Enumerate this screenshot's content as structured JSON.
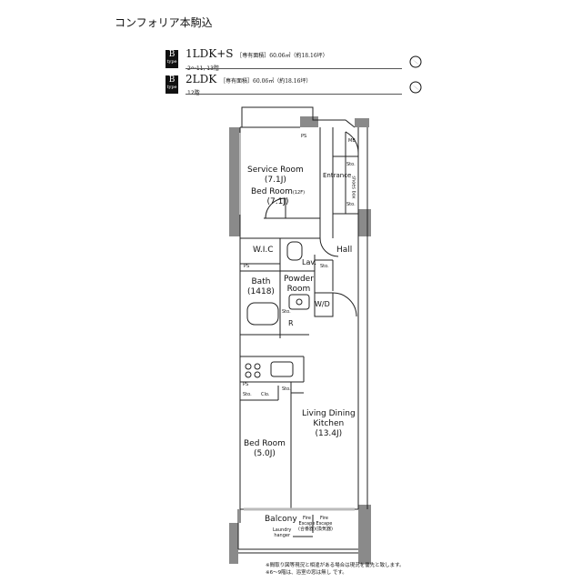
{
  "title": "コンフォリア本駒込",
  "plans": [
    {
      "badge_letter": "B",
      "badge_type": "type",
      "layout": "1LDK+S",
      "area_text": "［専有面積］60.06㎡（約18.16坪）",
      "floors": "2～11, 13階"
    },
    {
      "badge_letter": "B",
      "badge_type": "type",
      "layout": "2LDK",
      "area_text": "［専有面積］60.06㎡（約18.16坪）",
      "floors": "12階"
    }
  ],
  "rooms": {
    "service_room": [
      "Service Room",
      "(7.1J)"
    ],
    "bed_room_12f": [
      "Bed Room",
      "(12F)",
      "(7.1J)"
    ],
    "entrance": "Entrance",
    "mb": "MB",
    "shoes_box": "shoes box",
    "sto": "Sto.",
    "wic": "W.I.C",
    "hall": "Hall",
    "lav": "Lav.",
    "ps": "PS",
    "powder_room": [
      "Powder",
      "Room"
    ],
    "bath": [
      "Bath",
      "(1418)"
    ],
    "wd": "W/D",
    "r": "R",
    "clo": "Clo.",
    "ldk": [
      "Living Dining",
      "Kitchen",
      "(13.4J)"
    ],
    "bed_room": [
      "Bed Room",
      "(5.0J)"
    ],
    "balcony": "Balcony",
    "laundry_hanger": [
      "Laundry",
      "hanger"
    ],
    "fire_escape_1": [
      "Fire",
      "Escape",
      "(合番器)"
    ],
    "fire_escape_2": [
      "Fire",
      "Escape",
      "(換気器)"
    ]
  },
  "notes": [
    "※間取り図等現況と相違がある場合は現況を優先と致します。",
    "※6～9階は、浴室の窓は無し です。"
  ],
  "colors": {
    "wall": "#8a8a8a",
    "line": "#222222",
    "fixture": "#bbbbbb"
  }
}
